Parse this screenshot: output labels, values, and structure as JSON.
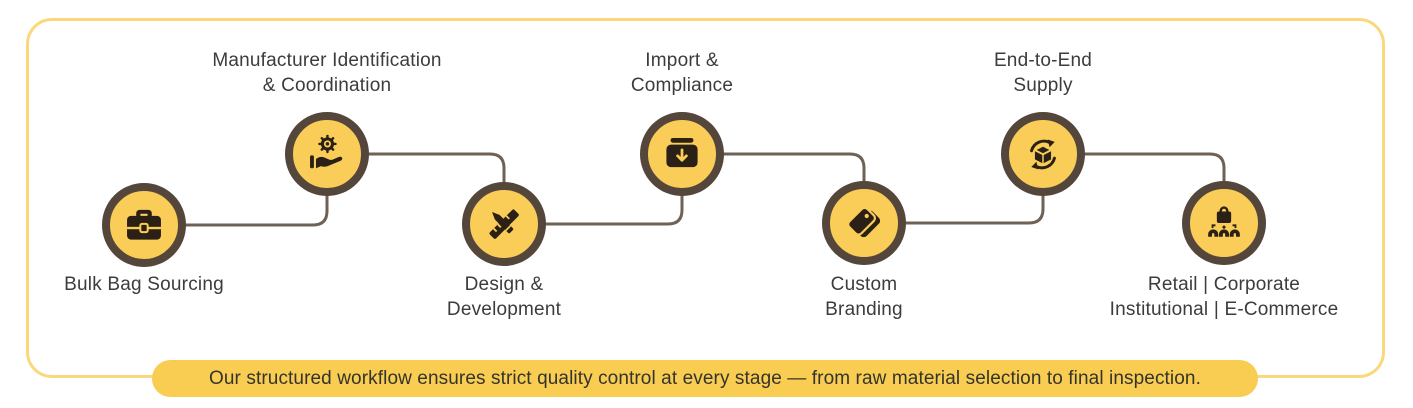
{
  "colors": {
    "card_border": "#FBD87B",
    "node_fill": "#FACD58",
    "node_ring": "#54463A",
    "icon_color": "#2A2015",
    "connector": "#6E6156",
    "label_text": "#3C3C3C",
    "banner_bg": "#F9CD52",
    "banner_text": "#35342C"
  },
  "workflow": {
    "steps": [
      {
        "icon": "briefcase-icon",
        "label_position": "below",
        "lines": [
          "Bulk Bag Sourcing"
        ]
      },
      {
        "icon": "gear-on-hand-icon",
        "label_position": "above",
        "lines": [
          "Manufacturer Identification",
          "& Coordination"
        ]
      },
      {
        "icon": "pencil-ruler-icon",
        "label_position": "below",
        "lines": [
          "Design &",
          "Development"
        ]
      },
      {
        "icon": "import-box-icon",
        "label_position": "above",
        "lines": [
          "Import &",
          "Compliance"
        ]
      },
      {
        "icon": "price-tag-icon",
        "label_position": "below",
        "lines": [
          "Custom",
          "Branding"
        ]
      },
      {
        "icon": "supply-cycle-icon",
        "label_position": "above",
        "lines": [
          "End-to-End",
          "Supply"
        ]
      },
      {
        "icon": "distribution-icon",
        "label_position": "below",
        "lines": [
          "Retail | Corporate",
          "Institutional | E-Commerce"
        ]
      }
    ]
  },
  "banner": {
    "text": "Our structured workflow ensures strict quality control at every stage — from raw material  selection to final inspection."
  }
}
